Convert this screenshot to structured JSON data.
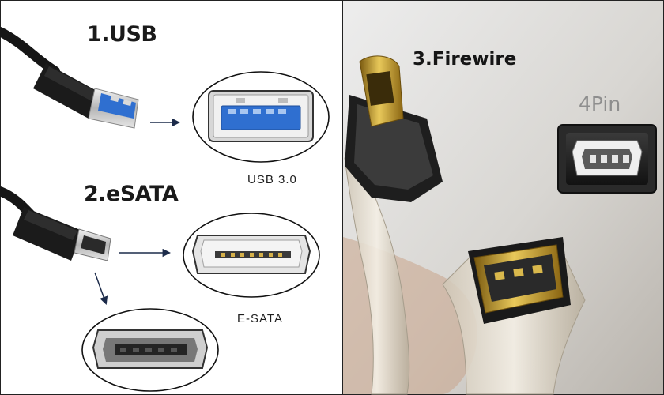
{
  "labels": {
    "usb_title": "1.USB",
    "esata_title": "2.eSATA",
    "firewire_title": "3.Firewire",
    "usb_caption": "USB 3.0",
    "esata_caption": "E-SATA",
    "pin_label": "4Pin"
  },
  "colors": {
    "usb3_blue": "#2f6fd0",
    "firewire_gold": "#c9a227",
    "cable_black": "#161616",
    "arrow_navy": "#1c2b4a"
  }
}
